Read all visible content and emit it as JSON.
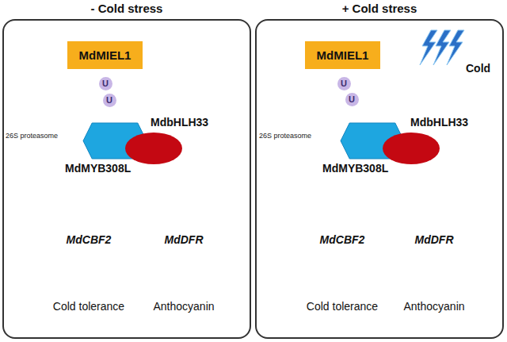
{
  "diagram": {
    "nodes": [
      {
        "text": [
          "- Cold stress"
        ]
      },
      {
        "text": [
          "MdMIEL1"
        ],
        "in": 0
      },
      {
        "text": [
          "MdMYB308L"
        ],
        "in": 0
      },
      {
        "text": [
          "MdbHLH33"
        ],
        "in": 0
      },
      {
        "text": [
          "MdCBF2"
        ],
        "in": 0
      },
      {
        "text": [
          "MdDFR"
        ],
        "in": 0
      },
      {
        "text": [
          "Cold tolerance"
        ],
        "in": 0
      },
      {
        "text": [
          "Anthocyanin"
        ],
        "in": 0
      },
      {
        "text": [
          "+ Cold stress"
        ]
      },
      {
        "text": [
          "MdMIEL1"
        ],
        "in": 8
      },
      {
        "text": [
          "Cold"
        ],
        "in": 8
      },
      {
        "text": [
          "MdMYB308L"
        ],
        "in": 8
      },
      {
        "text": [
          "MdbHLH33"
        ],
        "in": 8
      },
      {
        "text": [
          "MdCBF2"
        ],
        "in": 8
      },
      {
        "text": [
          "MdDFR"
        ],
        "in": 8
      },
      {
        "text": [
          "Cold tolerance"
        ],
        "in": 8
      },
      {
        "text": [
          "Anthocyanin"
        ],
        "in": 8
      }
    ],
    "edges": [
      {
        "from": 1,
        "to": 2,
        "arrow": "to"
      },
      {
        "from": 2,
        "to": 4,
        "arrow": "to"
      },
      {
        "from": 3,
        "to": 5,
        "arrow": "to"
      },
      {
        "from": 4,
        "to": 6,
        "arrow": "to"
      },
      {
        "from": 5,
        "to": 7,
        "arrow": "to"
      },
      {
        "from": 10,
        "to": 9,
        "arrow": "to"
      },
      {
        "from": 10,
        "to": 11,
        "arrow": "to"
      },
      {
        "from": 9,
        "to": 11,
        "arrow": "to"
      },
      {
        "from": 11,
        "to": 13,
        "arrow": "to"
      },
      {
        "from": 12,
        "to": 14,
        "arrow": "to"
      },
      {
        "from": 13,
        "to": 15,
        "arrow": "to"
      },
      {
        "from": 14,
        "to": 16,
        "arrow": "to"
      }
    ],
    "labels": [
      "26S proteasome",
      "U",
      "U",
      "26S proteasome",
      "U",
      "U"
    ]
  }
}
